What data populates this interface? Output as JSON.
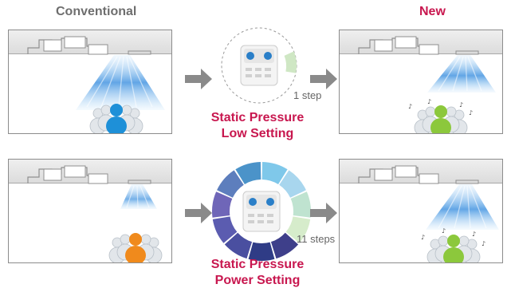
{
  "headings": {
    "conventional": "Conventional",
    "new": "New"
  },
  "rows": [
    {
      "id": "low",
      "caption_line1": "Static Pressure",
      "caption_line2": "Low Setting",
      "steps_label": "1 step"
    },
    {
      "id": "power",
      "caption_line1": "Static Pressure",
      "caption_line2": "Power Setting",
      "steps_label": "11 steps"
    }
  ],
  "colors": {
    "accent": "#c8174f",
    "heading_gray": "#6e6e6e",
    "person_conventional_top": "#1e90d8",
    "person_conventional_bottom": "#f08a1c",
    "person_new": "#8cc83c",
    "arrow": "#8a8a8a",
    "air_blue": "#3a8fdf",
    "ring_segments": [
      "#7fc8ea",
      "#a8d6ee",
      "#bfe3d0",
      "#d6eccb",
      "#3e3f8a",
      "#2f3c86",
      "#4a4fa0",
      "#5b5cb0",
      "#6f66b8",
      "#5d7ebd",
      "#4b93c9"
    ]
  },
  "icons": [
    "fan-coil-unit",
    "duct",
    "airflow",
    "person-group",
    "arrow-right",
    "controller",
    "music-note"
  ]
}
